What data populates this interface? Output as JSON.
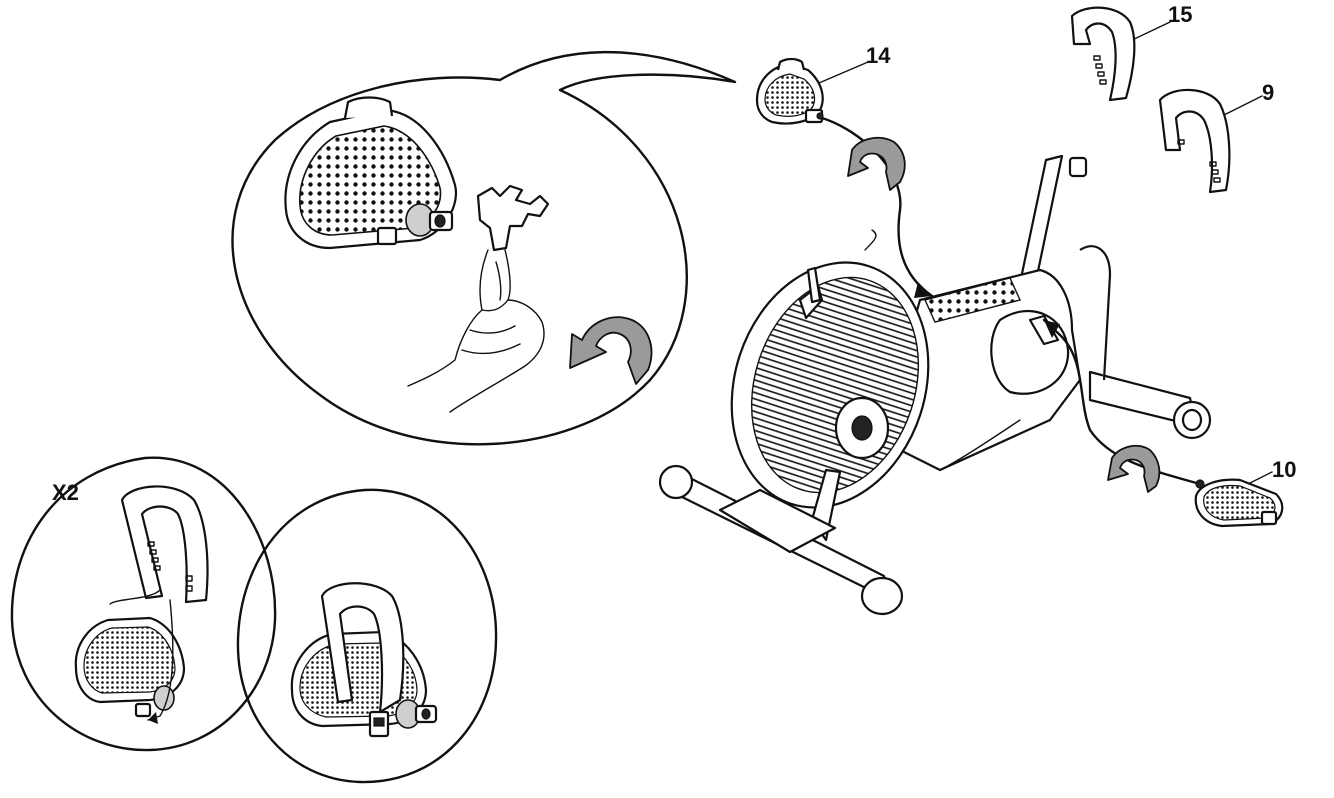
{
  "labels": {
    "part_14": "14",
    "part_15": "15",
    "part_9": "9",
    "part_10": "10",
    "quantity": "X2"
  },
  "colors": {
    "line": "#111111",
    "arrow_fill": "#9a9a9a",
    "background": "#ffffff"
  },
  "icons": {
    "rotate_arrow": "curved-rotation-arrow-icon",
    "wrench": "pedal-wrench-icon"
  }
}
